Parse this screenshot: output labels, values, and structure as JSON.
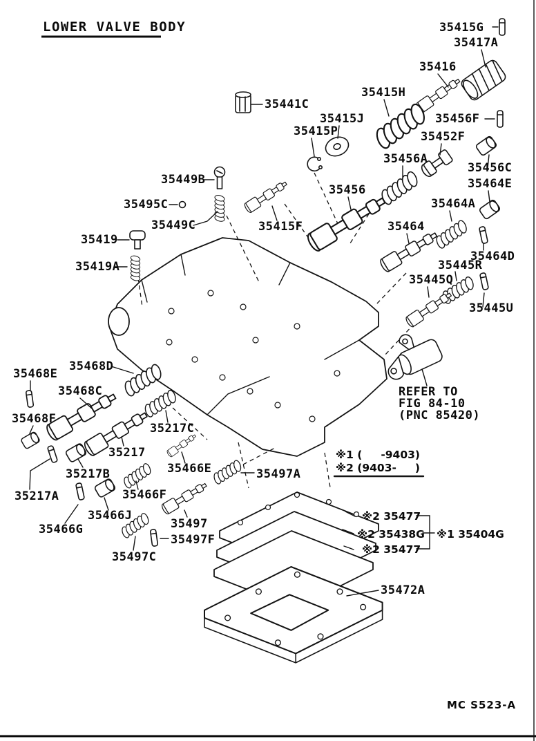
{
  "title": "LOWER VALVE BODY",
  "footer_code": "MC S523-A",
  "legend": {
    "line1": "※1 (     -9403)",
    "line2": "※2 (9403-     )"
  },
  "note": {
    "line1": "REFER TO",
    "line2": "FIG 84-10",
    "line3": "(PNC 85420)"
  },
  "callouts": {
    "c1": "※2 35477",
    "c2": "※2 35438G",
    "c3": "※1 35404G",
    "c4": "※2 35477"
  },
  "parts": [
    "35415G",
    "35417A",
    "35416",
    "35441C",
    "35415H",
    "35415J",
    "35456F",
    "35415P",
    "35452F",
    "35456A",
    "35456C",
    "35464E",
    "35449B",
    "35456",
    "35464A",
    "35495C",
    "35449C",
    "35415F",
    "35464",
    "35464D",
    "35419",
    "35445R",
    "35445Q",
    "35419A",
    "35445U",
    "35468D",
    "35468E",
    "35468C",
    "35468F",
    "35217C",
    "35217",
    "35466E",
    "35217B",
    "35217A",
    "35497A",
    "35466F",
    "35466J",
    "35466G",
    "35497",
    "35497F",
    "35497C",
    "35472A"
  ]
}
